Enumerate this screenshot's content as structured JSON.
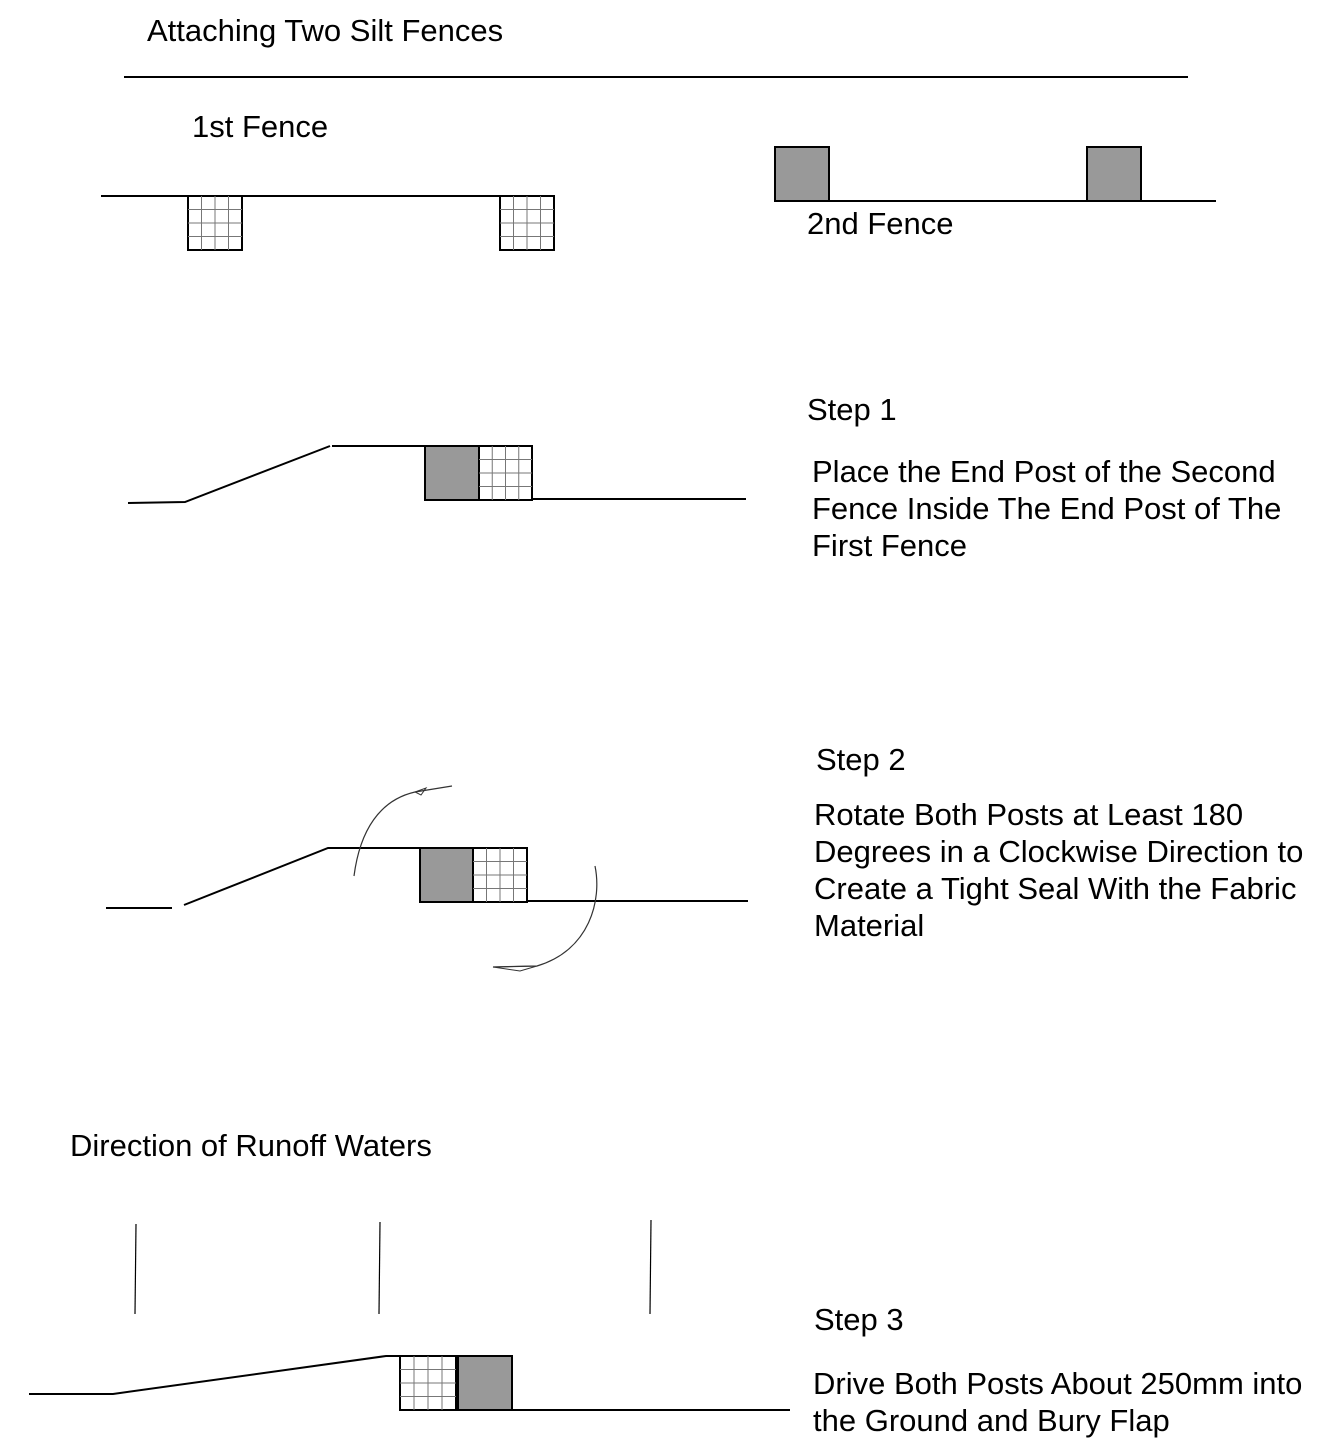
{
  "title": "Attaching Two Silt Fences",
  "fence_labels": {
    "first": "1st Fence",
    "second": "2nd Fence"
  },
  "steps": [
    {
      "heading": "Step 1",
      "text": "Place the End Post of the Second\nFence Inside The End Post of The\nFirst Fence"
    },
    {
      "heading": "Step 2",
      "text": "Rotate Both Posts at Least 180\nDegrees in a Clockwise Direction to\nCreate a Tight Seal With the Fabric\nMaterial"
    },
    {
      "heading": "Step 3",
      "text": "Drive Both Posts About 250mm into\nthe Ground and Bury Flap"
    }
  ],
  "runoff_label": "Direction of Runoff Waters",
  "colors": {
    "solid_post": "#999999",
    "line": "#000000",
    "mesh_grid": "#777777",
    "background": "#ffffff"
  },
  "post_styles": {
    "first_fence": "mesh",
    "second_fence": "solid"
  }
}
